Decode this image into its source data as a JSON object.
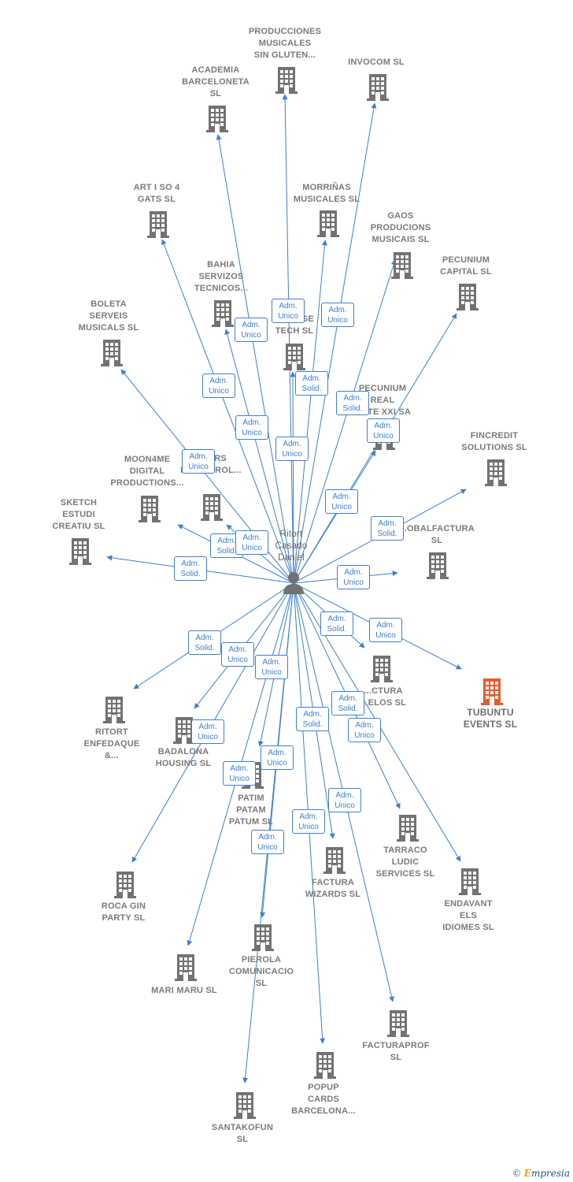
{
  "colors": {
    "edge": "#3d7fd6",
    "building": "#727272",
    "highlight": "#ec5a2a",
    "person": "#727272"
  },
  "center": {
    "label": "Ritort\nCasado\nDaniel",
    "icon": "person-icon"
  },
  "companies": [
    {
      "id": "producciones",
      "label": "PRODUCCIONES\nMUSICALES\nSIN GLUTEN..."
    },
    {
      "id": "invocom",
      "label": "INVOCOM  SL"
    },
    {
      "id": "academia",
      "label": "ACADEMIA\nBARCELONETA\nSL"
    },
    {
      "id": "artiso",
      "label": "ART I SO 4\nGATS  SL"
    },
    {
      "id": "morrinas",
      "label": "MORRIÑAS\nMUSICALES  SL"
    },
    {
      "id": "gaos",
      "label": "GAOS\nPRODUCIONS\nMUSICAIS  SL"
    },
    {
      "id": "pecunium_capital",
      "label": "PECUNIUM\nCAPITAL  SL"
    },
    {
      "id": "bahia",
      "label": "BAHIA\nSERVIZOS\nTECNICOS..."
    },
    {
      "id": "house",
      "label": "...HOUSE\nTECH  SL"
    },
    {
      "id": "boleta",
      "label": "BOLETA\nSERVEIS\nMUSICALS  SL"
    },
    {
      "id": "pecunium_real",
      "label": "PECUNIUM\nREAL\n...ATE XXI SA"
    },
    {
      "id": "fincredit",
      "label": "FINCREDIT\nSOLUTIONS  SL"
    },
    {
      "id": "moon4me",
      "label": "MOON4ME\nDIGITAL\nPRODUCTIONS..."
    },
    {
      "id": "masters",
      "label": "...TERS\nMONISTROL..."
    },
    {
      "id": "sketch",
      "label": "SKETCH\nESTUDI\nCREATIU  SL"
    },
    {
      "id": "globalfactura",
      "label": "...OBALFACTURA\nSL"
    },
    {
      "id": "factura_modelos",
      "label": "...CTURA\n...ELOS  SL"
    },
    {
      "id": "tubuntu",
      "label": "TUBUNTU\nEVENTS  SL"
    },
    {
      "id": "ritort",
      "label": "RITORT\nENFEDAQUE\n&..."
    },
    {
      "id": "badalona",
      "label": "BADALONA\nHOUSING  SL"
    },
    {
      "id": "patim",
      "label": "PATIM\nPATAM\nPATUM  SL"
    },
    {
      "id": "tarraco",
      "label": "TARRACO\nLUDIC\nSERVICES  SL"
    },
    {
      "id": "endavant",
      "label": "ENDAVANT\nELS\nIDIOMES  SL"
    },
    {
      "id": "factura_wizards",
      "label": "FACTURA\nWIZARDS  SL"
    },
    {
      "id": "roca",
      "label": "ROCA GIN\nPARTY  SL"
    },
    {
      "id": "mari",
      "label": "MARI MARU  SL"
    },
    {
      "id": "pierola",
      "label": "PIEROLA\nCOMUNICACIO\nSL"
    },
    {
      "id": "facturaprof",
      "label": "FACTURAPROF\nSL"
    },
    {
      "id": "popup",
      "label": "POPUP\nCARDS\nBARCELONA..."
    },
    {
      "id": "santakofun",
      "label": "SANTAKOFUN\nSL"
    }
  ],
  "edges": [
    {
      "to": "producciones",
      "role": "Adm.\nUnico"
    },
    {
      "to": "invocom",
      "role": "Adm.\nUnico"
    },
    {
      "to": "academia",
      "role": "Adm.\nUnico"
    },
    {
      "to": "artiso",
      "role": "Adm.\nUnico"
    },
    {
      "to": "morrinas",
      "role": "Adm.\nSolid."
    },
    {
      "to": "gaos",
      "role": "Adm.\nSolid."
    },
    {
      "to": "pecunium_capital",
      "role": "Adm.\nUnico"
    },
    {
      "to": "bahia",
      "role": "Adm.\nUnico"
    },
    {
      "to": "house",
      "role": "Adm.\nUnico"
    },
    {
      "to": "boleta",
      "role": "Adm.\nUnico"
    },
    {
      "to": "pecunium_real",
      "role": "Adm.\nUnico"
    },
    {
      "to": "fincredit",
      "role": "Adm.\nSolid."
    },
    {
      "to": "moon4me",
      "role": "Adm.\nSolid."
    },
    {
      "to": "masters",
      "role": "Adm.\nUnico"
    },
    {
      "to": "sketch",
      "role": "Adm.\nSolid."
    },
    {
      "to": "globalfactura",
      "role": "Adm.\nUnico"
    },
    {
      "to": "factura_modelos",
      "role": "Adm.\nSolid."
    },
    {
      "to": "tubuntu",
      "role": "Adm.\nUnico"
    },
    {
      "to": "ritort",
      "role": "Adm.\nSolid."
    },
    {
      "to": "badalona",
      "role": "Adm.\nUnico"
    },
    {
      "to": "patim",
      "role": "Adm.\nUnico"
    },
    {
      "to": "tarraco",
      "role": "Adm.\nSolid."
    },
    {
      "to": "endavant",
      "role": "Adm.\nUnico"
    },
    {
      "to": "factura_wizards",
      "role": "Adm.\nSolid."
    },
    {
      "to": "roca",
      "role": "Adm.\nUnico"
    },
    {
      "to": "mari",
      "role": "Adm.\nUnico"
    },
    {
      "to": "pierola",
      "role": "Adm.\nUnico"
    },
    {
      "to": "facturaprof",
      "role": "Adm.\nUnico"
    },
    {
      "to": "popup",
      "role": "Adm.\nUnico"
    },
    {
      "to": "santakofun",
      "role": "Adm.\nUnico"
    }
  ],
  "footer": {
    "copyright_symbol": "©",
    "brand_initial": "E",
    "brand_rest": "mpresia"
  }
}
